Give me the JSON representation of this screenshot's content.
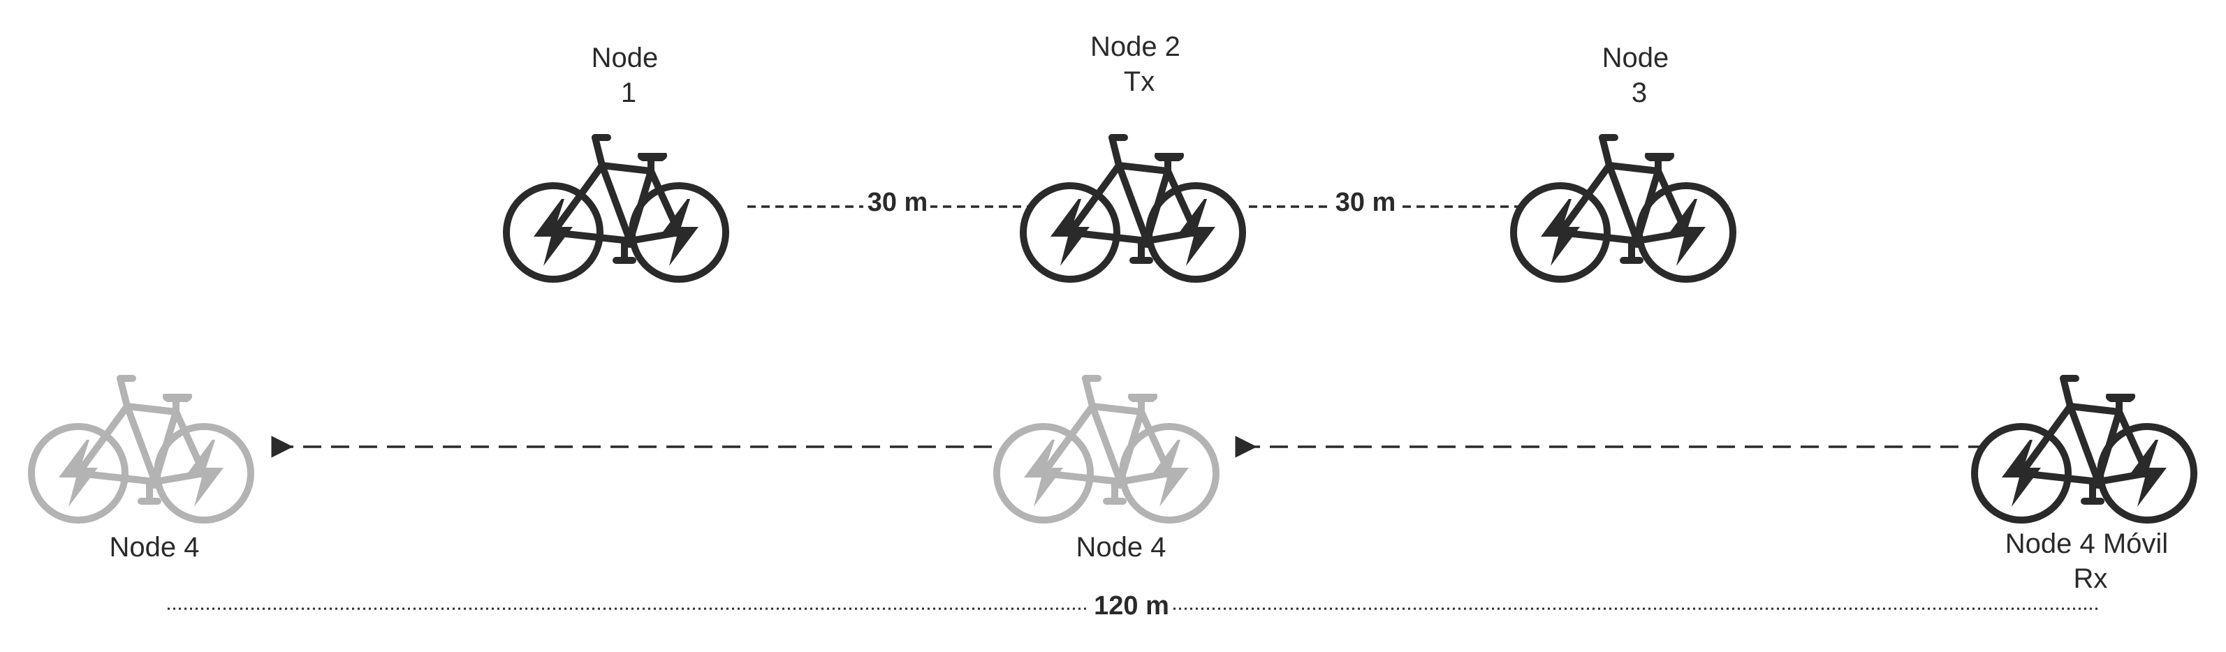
{
  "row1": {
    "node1": {
      "line1": "Node",
      "line2": "1"
    },
    "node2": {
      "line1": "Node 2",
      "line2": "Tx"
    },
    "node3": {
      "line1": "Node",
      "line2": "3"
    },
    "dist_left": "30 m",
    "dist_right": "30 m"
  },
  "row2": {
    "ghost_far_label": "Node 4",
    "ghost_mid_label": "Node 4",
    "mobile": {
      "line1": "Node 4 Móvil",
      "line2": "Rx"
    }
  },
  "total_distance": "120 m",
  "icons": {
    "bike": "electric-bicycle-icon",
    "arrow": "arrowhead-left"
  },
  "colors": {
    "active": "#2a2a2a",
    "ghost": "#b3b3b3",
    "background": "#ffffff"
  }
}
